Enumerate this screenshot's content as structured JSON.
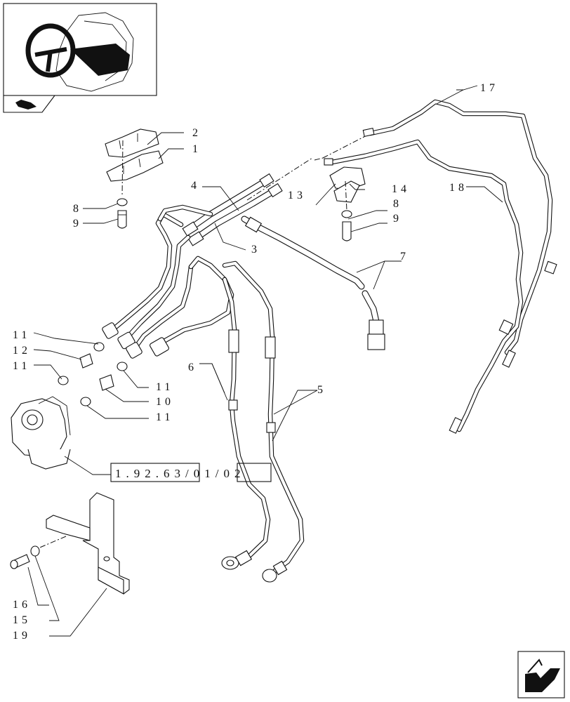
{
  "callouts": {
    "n1": "1",
    "n2": "2",
    "n3": "3",
    "n4": "4",
    "n5": "5",
    "n6": "6",
    "n7": "7",
    "n8a": "8",
    "n8b": "8",
    "n9a": "9",
    "n9b": "9",
    "n10": "10",
    "n11a": "11",
    "n11b": "11",
    "n11c": "11",
    "n11d": "11",
    "n12": "12",
    "n13": "13",
    "n14": "14",
    "n15": "15",
    "n16": "16",
    "n17": "17",
    "n18": "18",
    "n19": "19"
  },
  "reference": {
    "text": "1.92.63/01/02"
  },
  "icons": {
    "thumbnail": "steering-wheel-thumbnail-icon",
    "book": "book-icon",
    "nav": "next-page-arrow-icon"
  }
}
